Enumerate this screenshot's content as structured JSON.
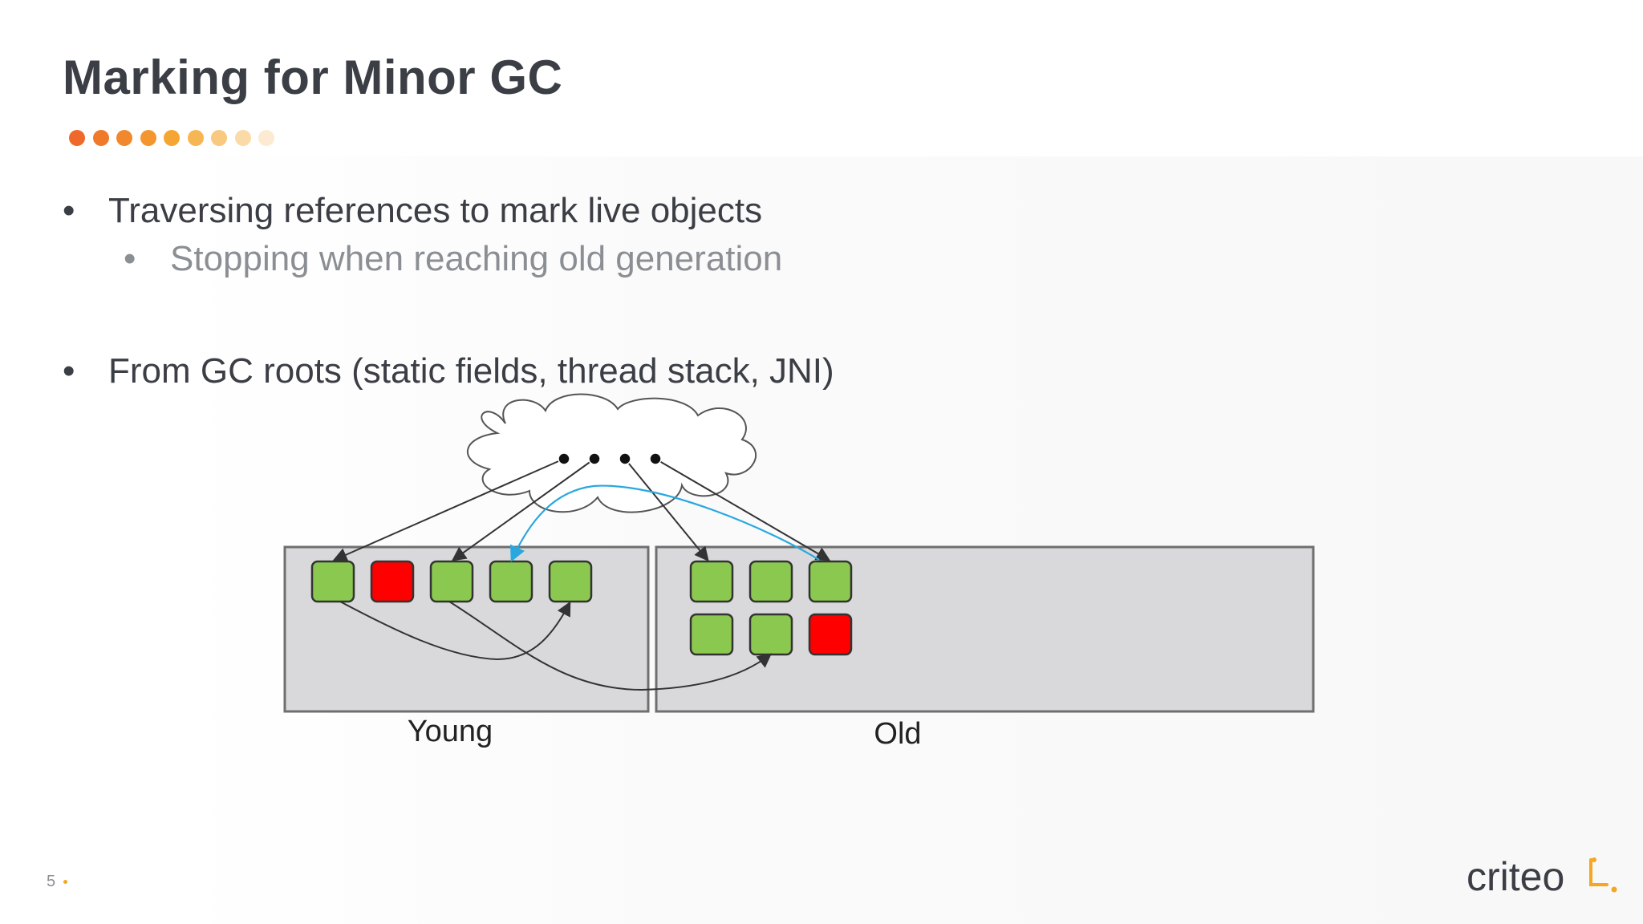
{
  "slide": {
    "title": "Marking for Minor GC",
    "page_number": "5"
  },
  "decor": {
    "dot_colors": [
      "#ef6a2a",
      "#f07a2b",
      "#f2882d",
      "#f3962f",
      "#f5a532",
      "#f6b653",
      "#f8c97e",
      "#fadba8",
      "#fcebd2"
    ]
  },
  "bullets": [
    {
      "marker": "•",
      "text": "Traversing references to mark live objects"
    },
    {
      "marker": "•",
      "text": "Stopping when reaching old generation"
    },
    {
      "marker": "•",
      "text": "From GC roots (static fields, thread stack, JNI)"
    }
  ],
  "diagram": {
    "young_label": "Young",
    "old_label": "Old",
    "young_objects": [
      "live",
      "dead",
      "live",
      "live",
      "live"
    ],
    "old_objects": [
      "live",
      "live",
      "live",
      "live",
      "live",
      "dead"
    ],
    "colors": {
      "live": "#8bc84f",
      "dead": "#ff0000",
      "region_fill": "#d9d9db",
      "arrow": "#333333",
      "highlight_arrow": "#29a8e0"
    }
  },
  "logo": {
    "text": "criteo",
    "accent_color": "#f5a623"
  }
}
